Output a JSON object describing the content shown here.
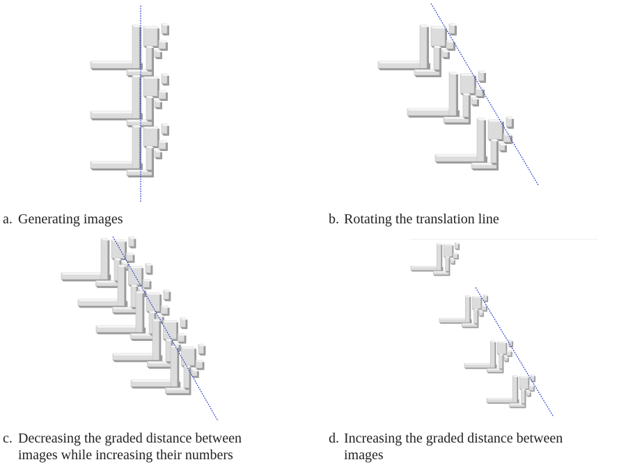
{
  "figure": {
    "panels": [
      {
        "id": "a",
        "letter": "a.",
        "caption_line1": "Generating images",
        "caption_line2": ""
      },
      {
        "id": "b",
        "letter": "b.",
        "caption_line1": "Rotating the translation line",
        "caption_line2": ""
      },
      {
        "id": "c",
        "letter": "c.",
        "caption_line1": "Decreasing the graded distance between",
        "caption_line2": "images while increasing their numbers"
      },
      {
        "id": "d",
        "letter": "d.",
        "caption_line1": "Increasing the graded distance between",
        "caption_line2": "images"
      }
    ]
  },
  "colors": {
    "line": "#3344cc",
    "shape_light": "#f4f4f4",
    "shape_mid": "#dcdcdc",
    "shape_dark": "#9a9a9a",
    "shape_edge": "#b8b8b8"
  }
}
